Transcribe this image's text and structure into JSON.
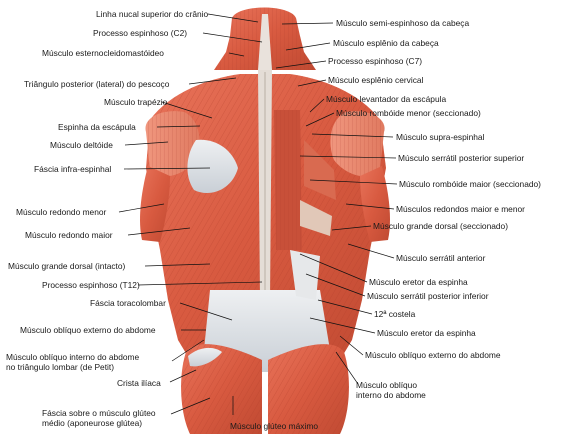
{
  "labels": {
    "linha_nucal": "Linha nucal superior do crânio",
    "processo_c2": "Processo espinhoso (C2)",
    "esternocleido": "Músculo esternocleidomastóideo",
    "triangulo_posterior": "Triângulo posterior (lateral) do pescoço",
    "trapezio": "Músculo trapézio",
    "espinha_escapula": "Espinha da escápula",
    "deltoide": "Músculo deltóide",
    "fascia_infra": "Fáscia infra-espinhal",
    "redondo_menor": "Músculo redondo menor",
    "redondo_maior": "Músculo redondo maior",
    "grande_dorsal_intacto": "Músculo grande dorsal (intacto)",
    "processo_t12": "Processo espinhoso (T12)",
    "fascia_toracolombar": "Fáscia toracolombar",
    "obliquo_externo_l": "Músculo oblíquo externo do abdome",
    "obliquo_interno_petit": "Músculo oblíquo interno do abdome\nno triângulo lombar (de Petit)",
    "crista_iliaca": "Crista ilíaca",
    "fascia_gluteo": "Fáscia sobre o músculo glúteo\nmédio (aponeurose glútea)",
    "gluteo_maximo": "Músculo glúteo máximo",
    "semi_espinhoso": "Músculo semi-espinhoso da cabeça",
    "esplenio_cabeca": "Músculo esplênio da cabeça",
    "processo_c7": "Processo espinhoso (C7)",
    "esplenio_cervical": "Músculo esplênio cervical",
    "levantador": "Músculo levantador da escápula",
    "romboide_menor": "Músculo rombóide menor (seccionado)",
    "supra_espinhal": "Músculo supra-espinhal",
    "serratil_post_sup": "Músculo serrátil posterior superior",
    "romboide_maior": "Músculo rombóide maior (seccionado)",
    "redondos_maior_menor": "Músculos redondos maior e menor",
    "grande_dorsal_secc": "Músculo grande dorsal (seccionado)",
    "serratil_anterior": "Músculo serrátil anterior",
    "eretor_1": "Músculo eretor da espinha",
    "serratil_post_inf": "Músculo serrátil posterior inferior",
    "costela_12": "12ª costela",
    "eretor_2": "Músculo eretor da espinha",
    "obliquo_externo_r": "Músculo oblíquo externo do abdome",
    "obliquo_interno_r": "Músculo oblíquo\ninterno do abdome"
  }
}
